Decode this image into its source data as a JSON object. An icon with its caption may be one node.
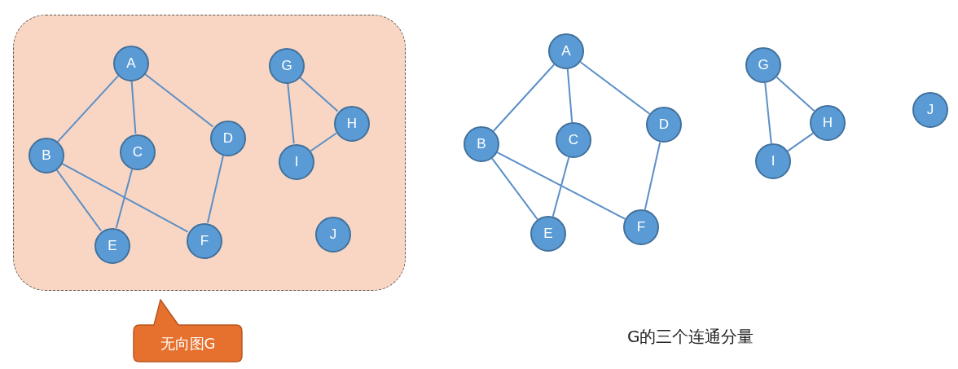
{
  "diagram": {
    "nodes": [
      {
        "text": [],
        "shape": "box"
      },
      {
        "text": [
          "A"
        ],
        "in": 0
      },
      {
        "text": [
          "B"
        ],
        "in": 0
      },
      {
        "text": [
          "C"
        ],
        "in": 0
      },
      {
        "text": [
          "D"
        ],
        "in": 0
      },
      {
        "text": [
          "E"
        ],
        "in": 0
      },
      {
        "text": [
          "F"
        ],
        "in": 0
      },
      {
        "text": [
          "G"
        ],
        "in": 0
      },
      {
        "text": [
          "H"
        ],
        "in": 0
      },
      {
        "text": [
          "I"
        ],
        "in": 0
      },
      {
        "text": [
          "J"
        ],
        "in": 0
      },
      {
        "text": [
          "无向图G"
        ]
      },
      {
        "text": [
          "A"
        ]
      },
      {
        "text": [
          "B"
        ]
      },
      {
        "text": [
          "C"
        ]
      },
      {
        "text": [
          "D"
        ]
      },
      {
        "text": [
          "E"
        ]
      },
      {
        "text": [
          "F"
        ]
      },
      {
        "text": [
          "G"
        ]
      },
      {
        "text": [
          "H"
        ]
      },
      {
        "text": [
          "I"
        ]
      },
      {
        "text": [
          "J"
        ]
      }
    ],
    "edges": [
      {
        "from": 1,
        "to": 2,
        "arrow": "none"
      },
      {
        "from": 1,
        "to": 3,
        "arrow": "none"
      },
      {
        "from": 1,
        "to": 4,
        "arrow": "none"
      },
      {
        "from": 2,
        "to": 5,
        "arrow": "none"
      },
      {
        "from": 2,
        "to": 6,
        "arrow": "none"
      },
      {
        "from": 3,
        "to": 5,
        "arrow": "none"
      },
      {
        "from": 4,
        "to": 6,
        "arrow": "none"
      },
      {
        "from": 7,
        "to": 8,
        "arrow": "none"
      },
      {
        "from": 7,
        "to": 9,
        "arrow": "none"
      },
      {
        "from": 8,
        "to": 9,
        "arrow": "none"
      },
      {
        "from": 12,
        "to": 13,
        "arrow": "none"
      },
      {
        "from": 12,
        "to": 14,
        "arrow": "none"
      },
      {
        "from": 12,
        "to": 15,
        "arrow": "none"
      },
      {
        "from": 13,
        "to": 16,
        "arrow": "none"
      },
      {
        "from": 13,
        "to": 17,
        "arrow": "none"
      },
      {
        "from": 14,
        "to": 16,
        "arrow": "none"
      },
      {
        "from": 15,
        "to": 17,
        "arrow": "none"
      },
      {
        "from": 18,
        "to": 19,
        "arrow": "none"
      },
      {
        "from": 18,
        "to": 20,
        "arrow": "none"
      },
      {
        "from": 19,
        "to": 20,
        "arrow": "none"
      }
    ],
    "labels": [
      "G的三个连通分量"
    ]
  }
}
